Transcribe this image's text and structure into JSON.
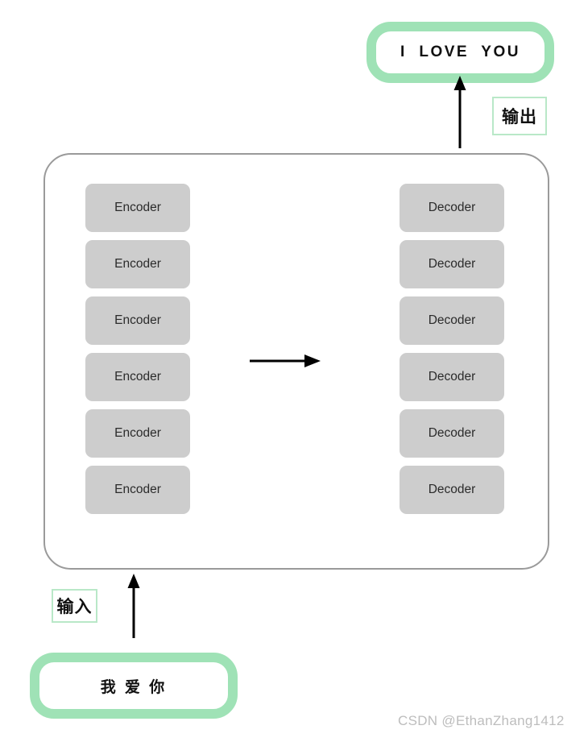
{
  "diagram": {
    "title": "Transformer encoder-decoder translation diagram",
    "colors": {
      "pill_green": "#9fe2b6",
      "tag_border_green": "#b9e8c8",
      "block_gray": "#cdcdcd",
      "container_border": "#9a9a9a",
      "arrow_black": "#000000",
      "watermark_gray": "#bdbdbd",
      "background": "#ffffff"
    }
  },
  "output_box": {
    "text": "I  LOVE  YOU",
    "label_tag": "输出"
  },
  "input_box": {
    "text": "我 爱 你",
    "label_tag": "输入"
  },
  "model": {
    "encoder_stack": {
      "name": "Encoder stack",
      "blocks": [
        {
          "label": "Encoder"
        },
        {
          "label": "Encoder"
        },
        {
          "label": "Encoder"
        },
        {
          "label": "Encoder"
        },
        {
          "label": "Encoder"
        },
        {
          "label": "Encoder"
        }
      ]
    },
    "decoder_stack": {
      "name": "Decoder stack",
      "blocks": [
        {
          "label": "Decoder"
        },
        {
          "label": "Decoder"
        },
        {
          "label": "Decoder"
        },
        {
          "label": "Decoder"
        },
        {
          "label": "Decoder"
        },
        {
          "label": "Decoder"
        }
      ]
    },
    "middle_arrow": {
      "direction": "right",
      "label": ""
    }
  },
  "arrows": {
    "input_arrow": {
      "direction": "up",
      "label": ""
    },
    "output_arrow": {
      "direction": "up",
      "label": ""
    }
  },
  "watermark": {
    "text": "CSDN @EthanZhang1412"
  }
}
